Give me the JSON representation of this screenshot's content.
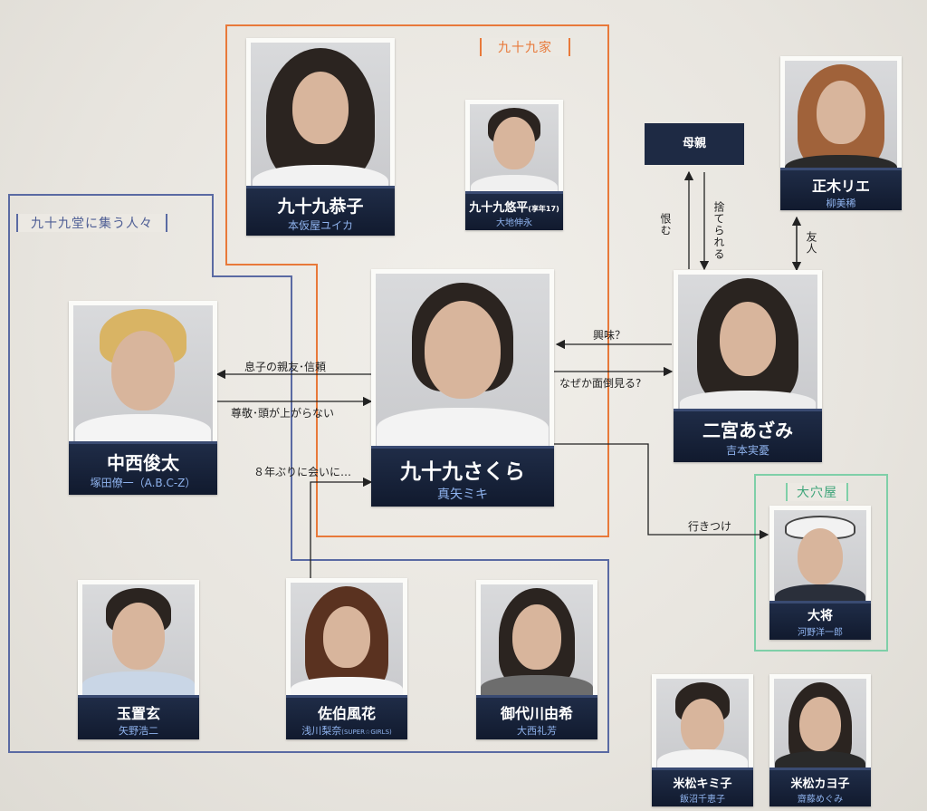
{
  "groups": {
    "tsukumo_family": "九十九家",
    "tsukumodo_people": "九十九堂に集う人々",
    "oanaya": "大穴屋"
  },
  "characters": {
    "kyoko": {
      "name": "九十九恭子",
      "actor": "本仮屋ユイカ"
    },
    "yuhei": {
      "name": "九十九悠平",
      "name_note": "(享年17)",
      "actor": "大地伸永"
    },
    "sakura": {
      "name": "九十九さくら",
      "actor": "真矢ミキ"
    },
    "shunta": {
      "name": "中西俊太",
      "actor": "塚田僚一（A.B.C-Z）"
    },
    "azami": {
      "name": "二宮あざみ",
      "actor": "吉本実憂"
    },
    "rie": {
      "name": "正木リエ",
      "actor": "柳美稀"
    },
    "taisho": {
      "name": "大将",
      "actor": "河野洋一郎"
    },
    "gen": {
      "name": "玉置玄",
      "actor": "矢野浩二"
    },
    "fuka": {
      "name": "佐伯風花",
      "actor": "浅川梨奈",
      "actor_note": "(SUPER☆GIRLS)"
    },
    "yuki": {
      "name": "御代川由希",
      "actor": "大西礼芳"
    },
    "kimiko": {
      "name": "米松キミ子",
      "actor": "飯沼千恵子"
    },
    "kayoko": {
      "name": "米松カヨ子",
      "actor": "齋藤めぐみ"
    }
  },
  "mother_box": "母親",
  "relations": {
    "urami": "恨む",
    "suterareru": "捨てられる",
    "yujin": "友人",
    "kyomi": "興味？",
    "nazeka": "なぜか面倒見る?",
    "musuko": "息子の親友･信頼",
    "sonkei": "尊敬･頭が上がらない",
    "hachinen": "８年ぶりに会いに…",
    "ikitsuke": "行きつけ"
  },
  "colors": {
    "family_frame": "#e8793a",
    "people_frame": "#5a6aa3",
    "oanaya_frame": "#7fcfa8",
    "plate": "#1f2c47",
    "actor_text": "#8fb3ee"
  }
}
